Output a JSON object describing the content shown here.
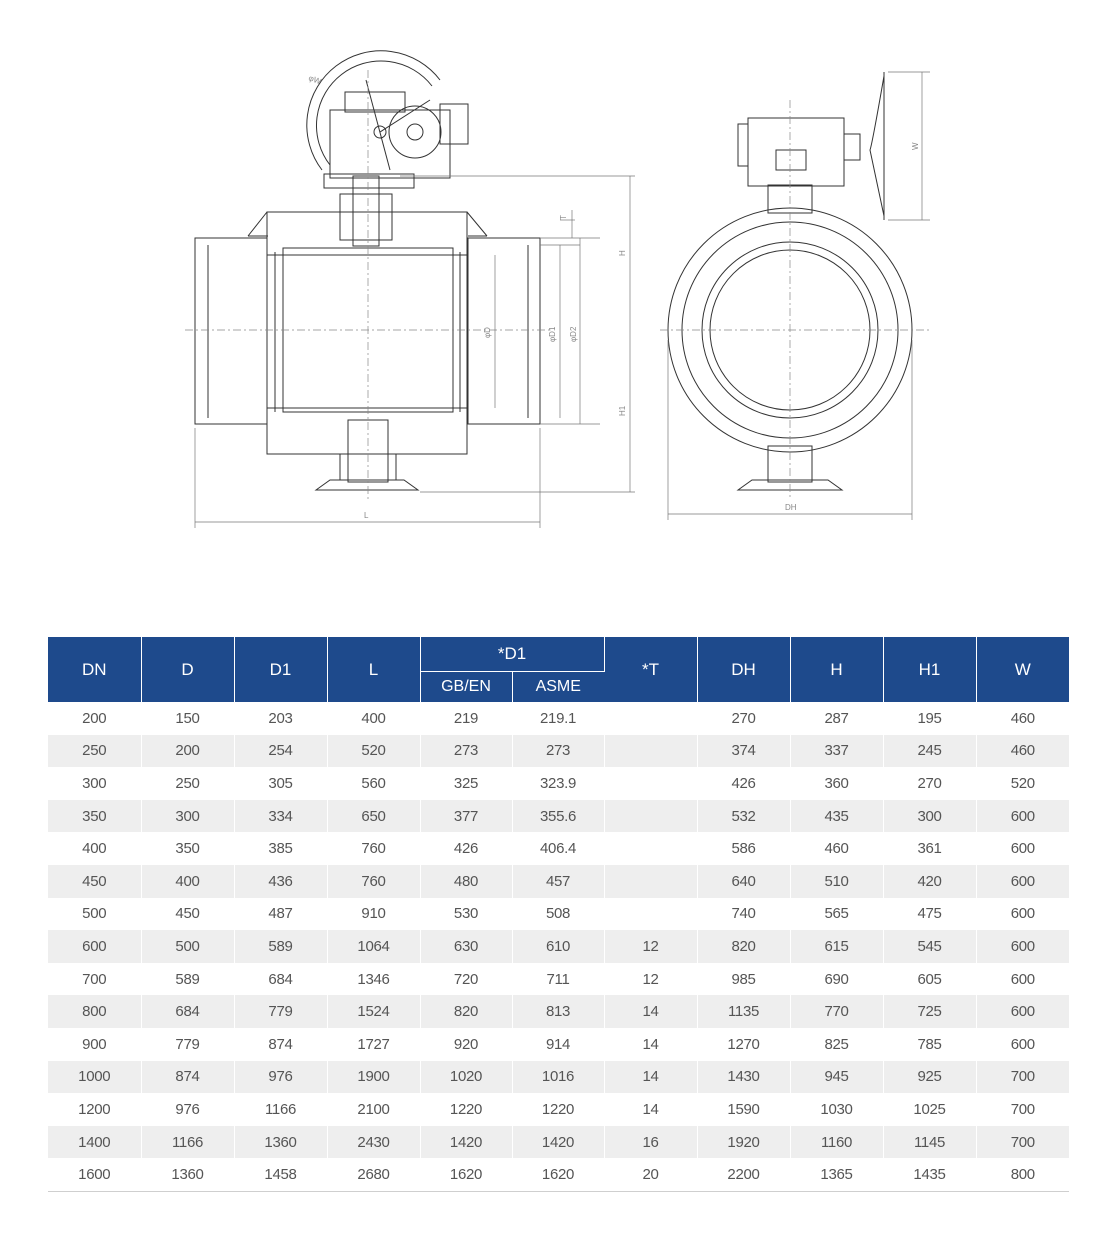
{
  "drawing": {
    "labels": {
      "phi_w": "φW",
      "t": "T",
      "h": "H",
      "h1": "H1",
      "phi_d": "φD",
      "phi_d1": "φD1",
      "phi_d2": "φD2",
      "l": "L",
      "w": "W",
      "dh": "DH"
    }
  },
  "table": {
    "headers": {
      "dn": "DN",
      "d": "D",
      "d1": "D1",
      "l": "L",
      "group_d1": "*D1",
      "gb_en": "GB/EN",
      "asme": "ASME",
      "t": "*T",
      "dh": "DH",
      "h": "H",
      "h1": "H1",
      "w": "W"
    },
    "rows": [
      [
        "200",
        "150",
        "203",
        "400",
        "219",
        "219.1",
        "",
        "270",
        "287",
        "195",
        "460"
      ],
      [
        "250",
        "200",
        "254",
        "520",
        "273",
        "273",
        "",
        "374",
        "337",
        "245",
        "460"
      ],
      [
        "300",
        "250",
        "305",
        "560",
        "325",
        "323.9",
        "",
        "426",
        "360",
        "270",
        "520"
      ],
      [
        "350",
        "300",
        "334",
        "650",
        "377",
        "355.6",
        "",
        "532",
        "435",
        "300",
        "600"
      ],
      [
        "400",
        "350",
        "385",
        "760",
        "426",
        "406.4",
        "",
        "586",
        "460",
        "361",
        "600"
      ],
      [
        "450",
        "400",
        "436",
        "760",
        "480",
        "457",
        "",
        "640",
        "510",
        "420",
        "600"
      ],
      [
        "500",
        "450",
        "487",
        "910",
        "530",
        "508",
        "",
        "740",
        "565",
        "475",
        "600"
      ],
      [
        "600",
        "500",
        "589",
        "1064",
        "630",
        "610",
        "12",
        "820",
        "615",
        "545",
        "600"
      ],
      [
        "700",
        "589",
        "684",
        "1346",
        "720",
        "711",
        "12",
        "985",
        "690",
        "605",
        "600"
      ],
      [
        "800",
        "684",
        "779",
        "1524",
        "820",
        "813",
        "14",
        "1135",
        "770",
        "725",
        "600"
      ],
      [
        "900",
        "779",
        "874",
        "1727",
        "920",
        "914",
        "14",
        "1270",
        "825",
        "785",
        "600"
      ],
      [
        "1000",
        "874",
        "976",
        "1900",
        "1020",
        "1016",
        "14",
        "1430",
        "945",
        "925",
        "700"
      ],
      [
        "1200",
        "976",
        "1166",
        "2100",
        "1220",
        "1220",
        "14",
        "1590",
        "1030",
        "1025",
        "700"
      ],
      [
        "1400",
        "1166",
        "1360",
        "2430",
        "1420",
        "1420",
        "16",
        "1920",
        "1160",
        "1145",
        "700"
      ],
      [
        "1600",
        "1360",
        "1458",
        "2680",
        "1620",
        "1620",
        "20",
        "2200",
        "1365",
        "1435",
        "800"
      ]
    ]
  },
  "colors": {
    "header_bg": "#1e4a8c",
    "stripe": "#eeeeee",
    "line": "#333333"
  }
}
